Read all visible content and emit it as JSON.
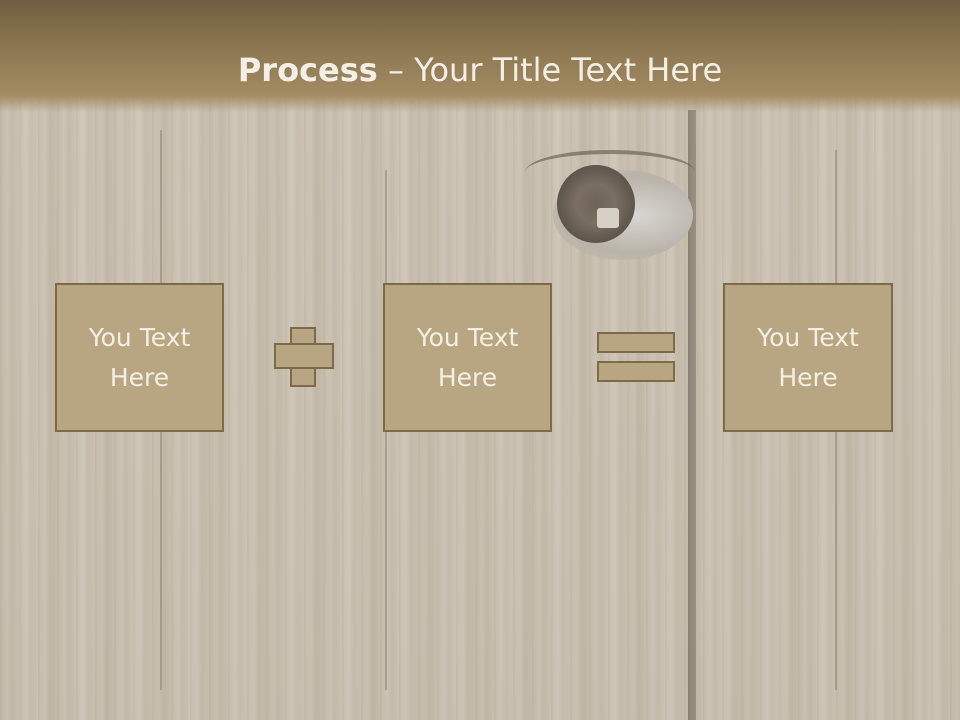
{
  "header": {
    "title_bold": "Process",
    "title_rest": " – Your Title Text Here"
  },
  "process": {
    "boxes": [
      {
        "text": "You Text\nHere"
      },
      {
        "text": "You Text\nHere"
      },
      {
        "text": "You Text\nHere"
      }
    ],
    "operators": [
      "plus",
      "equals"
    ]
  },
  "colors": {
    "header_brown": "#8a764f",
    "box_fill": "#b8a682",
    "box_border": "#7c6a49",
    "text_light": "#f4efe3"
  }
}
